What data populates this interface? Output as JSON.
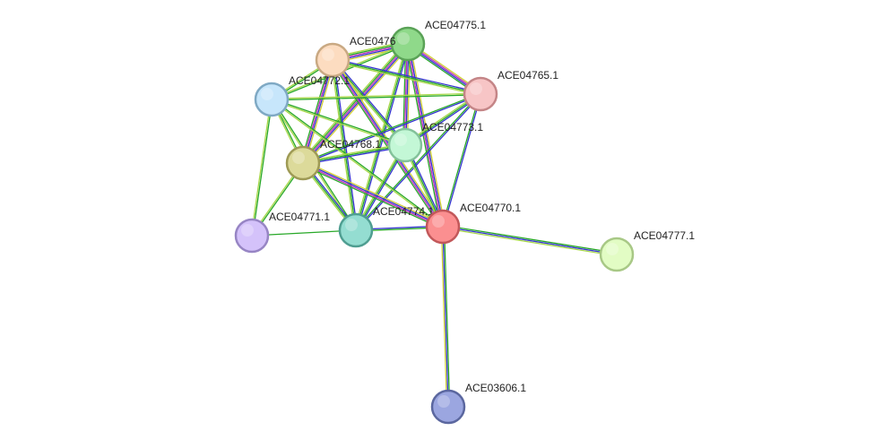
{
  "network": {
    "nodes": [
      {
        "id": "ACE04775.1",
        "label": "ACE04775.1",
        "fill": "#8fd98a",
        "stroke": "#5aa257"
      },
      {
        "id": "ACE04769.1",
        "label": "ACE0476",
        "fill": "#fcdcc0",
        "stroke": "#c9a983"
      },
      {
        "id": "ACE04765.1",
        "label": "ACE04765.1",
        "fill": "#f7c5c6",
        "stroke": "#c48587"
      },
      {
        "id": "ACE04772.1",
        "label": "ACE04772.1",
        "fill": "#c7e6fb",
        "stroke": "#7fa9c4"
      },
      {
        "id": "ACE04773.1",
        "label": "ACE04773.1",
        "fill": "#c3f7d6",
        "stroke": "#83c29a"
      },
      {
        "id": "ACE04768.1",
        "label": "ACE04768.1",
        "fill": "#dcda9a",
        "stroke": "#9e9a55"
      },
      {
        "id": "ACE04774.1",
        "label": "ACE04774.1",
        "fill": "#94ddd1",
        "stroke": "#4f9e91"
      },
      {
        "id": "ACE04770.1",
        "label": "ACE04770.1",
        "fill": "#fb8f90",
        "stroke": "#c2585a"
      },
      {
        "id": "ACE04771.1",
        "label": "ACE04771.1",
        "fill": "#d4c2fa",
        "stroke": "#9785c4"
      },
      {
        "id": "ACE04777.1",
        "label": "ACE04777.1",
        "fill": "#e2fcc4",
        "stroke": "#a8c886"
      },
      {
        "id": "ACE03606.1",
        "label": "ACE03606.1",
        "fill": "#9ba6e0",
        "stroke": "#5b679f"
      }
    ],
    "edges": [
      {
        "a": "ACE04775.1",
        "b": "ACE04769.1",
        "colors": [
          "#d1d134",
          "#3434cf",
          "#bb2fbb",
          "#28a828",
          "#a8d84a"
        ]
      },
      {
        "a": "ACE04775.1",
        "b": "ACE04765.1",
        "colors": [
          "#d1d134",
          "#bb2fbb",
          "#3434cf",
          "#28a828"
        ]
      },
      {
        "a": "ACE04775.1",
        "b": "ACE04772.1",
        "colors": [
          "#28a828",
          "#a8d84a"
        ]
      },
      {
        "a": "ACE04775.1",
        "b": "ACE04773.1",
        "colors": [
          "#d1d134",
          "#3434cf",
          "#bb2fbb",
          "#28a828"
        ]
      },
      {
        "a": "ACE04775.1",
        "b": "ACE04768.1",
        "colors": [
          "#d1d134",
          "#3434cf",
          "#bb2fbb",
          "#28a828",
          "#a8d84a"
        ]
      },
      {
        "a": "ACE04775.1",
        "b": "ACE04774.1",
        "colors": [
          "#3434cf",
          "#28a828",
          "#a8d84a"
        ]
      },
      {
        "a": "ACE04775.1",
        "b": "ACE04770.1",
        "colors": [
          "#d1d134",
          "#3434cf",
          "#bb2fbb",
          "#28a828"
        ]
      },
      {
        "a": "ACE04769.1",
        "b": "ACE04765.1",
        "colors": [
          "#3434cf",
          "#28a828",
          "#a8d84a"
        ]
      },
      {
        "a": "ACE04769.1",
        "b": "ACE04772.1",
        "colors": [
          "#28a828",
          "#a8d84a"
        ]
      },
      {
        "a": "ACE04769.1",
        "b": "ACE04773.1",
        "colors": [
          "#3434cf",
          "#28a828",
          "#a8d84a"
        ]
      },
      {
        "a": "ACE04769.1",
        "b": "ACE04768.1",
        "colors": [
          "#d1d134",
          "#3434cf",
          "#bb2fbb",
          "#28a828"
        ]
      },
      {
        "a": "ACE04769.1",
        "b": "ACE04774.1",
        "colors": [
          "#3434cf",
          "#28a828",
          "#a8d84a"
        ]
      },
      {
        "a": "ACE04769.1",
        "b": "ACE04770.1",
        "colors": [
          "#d1d134",
          "#3434cf",
          "#bb2fbb",
          "#28a828"
        ]
      },
      {
        "a": "ACE04765.1",
        "b": "ACE04772.1",
        "colors": [
          "#28a828",
          "#a8d84a"
        ]
      },
      {
        "a": "ACE04765.1",
        "b": "ACE04773.1",
        "colors": [
          "#3434cf",
          "#28a828",
          "#a8d84a"
        ]
      },
      {
        "a": "ACE04765.1",
        "b": "ACE04768.1",
        "colors": [
          "#3434cf",
          "#28a828"
        ]
      },
      {
        "a": "ACE04765.1",
        "b": "ACE04774.1",
        "colors": [
          "#3434cf",
          "#28a828"
        ]
      },
      {
        "a": "ACE04765.1",
        "b": "ACE04770.1",
        "colors": [
          "#3434cf",
          "#28a828"
        ]
      },
      {
        "a": "ACE04772.1",
        "b": "ACE04773.1",
        "colors": [
          "#28a828",
          "#a8d84a"
        ]
      },
      {
        "a": "ACE04772.1",
        "b": "ACE04768.1",
        "colors": [
          "#28a828",
          "#a8d84a"
        ]
      },
      {
        "a": "ACE04772.1",
        "b": "ACE04774.1",
        "colors": [
          "#28a828",
          "#a8d84a"
        ]
      },
      {
        "a": "ACE04772.1",
        "b": "ACE04770.1",
        "colors": [
          "#28a828",
          "#a8d84a"
        ]
      },
      {
        "a": "ACE04772.1",
        "b": "ACE04771.1",
        "colors": [
          "#28a828",
          "#a8d84a"
        ]
      },
      {
        "a": "ACE04773.1",
        "b": "ACE04768.1",
        "colors": [
          "#3434cf",
          "#28a828",
          "#a8d84a"
        ]
      },
      {
        "a": "ACE04773.1",
        "b": "ACE04774.1",
        "colors": [
          "#3434cf",
          "#28a828",
          "#a8d84a"
        ]
      },
      {
        "a": "ACE04773.1",
        "b": "ACE04770.1",
        "colors": [
          "#3434cf",
          "#28a828",
          "#a8d84a"
        ]
      },
      {
        "a": "ACE04768.1",
        "b": "ACE04774.1",
        "colors": [
          "#3434cf",
          "#28a828",
          "#a8d84a"
        ]
      },
      {
        "a": "ACE04768.1",
        "b": "ACE04770.1",
        "colors": [
          "#d1d134",
          "#3434cf",
          "#bb2fbb",
          "#28a828"
        ]
      },
      {
        "a": "ACE04768.1",
        "b": "ACE04771.1",
        "colors": [
          "#28a828",
          "#a8d84a"
        ]
      },
      {
        "a": "ACE04774.1",
        "b": "ACE04770.1",
        "colors": [
          "#3434cf",
          "#28a828"
        ]
      },
      {
        "a": "ACE04774.1",
        "b": "ACE04771.1",
        "colors": [
          "#28a828"
        ]
      },
      {
        "a": "ACE04770.1",
        "b": "ACE04777.1",
        "colors": [
          "#28a828",
          "#3434cf",
          "#a8d84a"
        ]
      },
      {
        "a": "ACE04770.1",
        "b": "ACE03606.1",
        "colors": [
          "#28a828",
          "#3434cf",
          "#d1d134"
        ]
      }
    ]
  }
}
